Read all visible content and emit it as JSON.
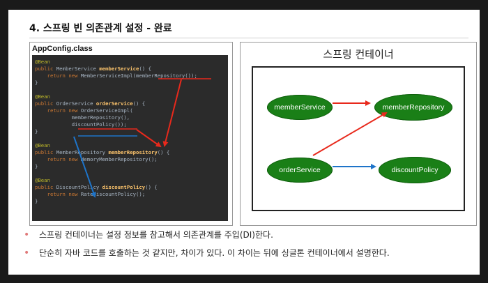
{
  "title": "4. 스프링 빈 의존관계 설정 - 완료",
  "code_panel": {
    "header": "AppConfig.class",
    "lines": [
      [
        {
          "t": "@Bean",
          "c": "ann"
        }
      ],
      [
        {
          "t": "public ",
          "c": "kw"
        },
        {
          "t": "MemberService ",
          "c": ""
        },
        {
          "t": "memberService",
          "c": "fn"
        },
        {
          "t": "() {",
          "c": ""
        }
      ],
      [
        {
          "t": "    return new ",
          "c": "kw"
        },
        {
          "t": "MemberServiceImpl(memberRepository());",
          "c": ""
        }
      ],
      [
        {
          "t": "}",
          "c": ""
        }
      ],
      [
        {
          "t": "",
          "c": ""
        }
      ],
      [
        {
          "t": "@Bean",
          "c": "ann"
        }
      ],
      [
        {
          "t": "public ",
          "c": "kw"
        },
        {
          "t": "OrderService ",
          "c": ""
        },
        {
          "t": "orderService",
          "c": "fn"
        },
        {
          "t": "() {",
          "c": ""
        }
      ],
      [
        {
          "t": "    return new ",
          "c": "kw"
        },
        {
          "t": "OrderServiceImpl(",
          "c": ""
        }
      ],
      [
        {
          "t": "            memberRepository(),",
          "c": ""
        }
      ],
      [
        {
          "t": "            discountPolicy());",
          "c": ""
        }
      ],
      [
        {
          "t": "}",
          "c": ""
        }
      ],
      [
        {
          "t": "",
          "c": ""
        }
      ],
      [
        {
          "t": "@Bean",
          "c": "ann"
        }
      ],
      [
        {
          "t": "public ",
          "c": "kw"
        },
        {
          "t": "MemberRepository ",
          "c": ""
        },
        {
          "t": "memberRepository",
          "c": "fn"
        },
        {
          "t": "() {",
          "c": ""
        }
      ],
      [
        {
          "t": "    return new ",
          "c": "kw"
        },
        {
          "t": "MemoryMemberRepository();",
          "c": ""
        }
      ],
      [
        {
          "t": "}",
          "c": ""
        }
      ],
      [
        {
          "t": "",
          "c": ""
        }
      ],
      [
        {
          "t": "@Bean",
          "c": "ann"
        }
      ],
      [
        {
          "t": "public ",
          "c": "kw"
        },
        {
          "t": "DiscountPolicy ",
          "c": ""
        },
        {
          "t": "discountPolicy",
          "c": "fn"
        },
        {
          "t": "() {",
          "c": ""
        }
      ],
      [
        {
          "t": "    return new ",
          "c": "kw"
        },
        {
          "t": "RateDiscountPolicy();",
          "c": ""
        }
      ],
      [
        {
          "t": "}",
          "c": ""
        }
      ]
    ]
  },
  "container_panel": {
    "title": "스프링 컨테이너",
    "nodes": {
      "member_service": "memberService",
      "member_repository": "memberRepository",
      "order_service": "orderService",
      "discount_policy": "discountPolicy"
    }
  },
  "bullets": [
    "스프링 컨테이너는 설정 정보를 참고해서 의존관계를 주입(DI)한다.",
    "단순히 자바 코드를 호출하는 것 같지만, 차이가 있다. 이 차이는 뒤에 싱글톤 컨테이너에서 설명한다."
  ],
  "colors": {
    "node_fill": "#1a7f17",
    "arrow_red": "#e8291c",
    "arrow_blue": "#1e74c9",
    "code_bg": "#2b2b2b"
  }
}
